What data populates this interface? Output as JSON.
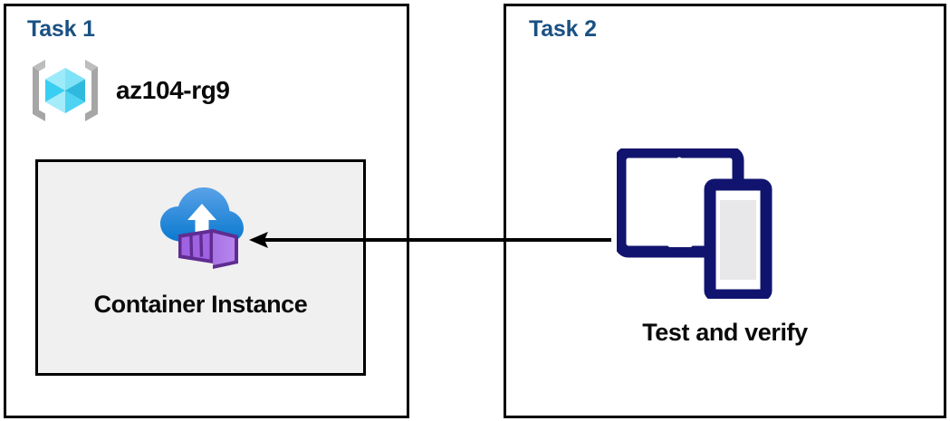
{
  "diagram": {
    "title": "Azure Container Instance task flow",
    "background": "#ffffff"
  },
  "colors": {
    "task_title": "#1a5183",
    "panel_border": "#000000",
    "card_fill": "#f0f0f0",
    "device_navy": "#11146e",
    "cube_cyan_light": "#9bebfb",
    "cube_cyan_mid": "#3fd2f5",
    "cube_cyan_dark": "#2aafd4",
    "bracket_gray": "#a6a6a6",
    "cloud_blue_light": "#4f9ae4",
    "cloud_blue_dark": "#0f7cd1",
    "container_purple_light": "#b07ae8",
    "container_purple_mid": "#9a5fd9",
    "container_purple_dark": "#5f2d91",
    "arrow": "#000000"
  },
  "task1": {
    "title": "Task 1",
    "resource_group": {
      "label": "az104-rg9",
      "icon": "azure-resource-group-icon"
    },
    "resource": {
      "label": "Container Instance",
      "icon": "azure-container-instance-icon"
    }
  },
  "task2": {
    "title": "Task 2",
    "action": {
      "label": "Test and verify",
      "icon": "tablet-and-phone-icon"
    }
  },
  "connector": {
    "name": "test-to-container-arrow",
    "direction": "right-to-left",
    "from": "Test and verify",
    "to": "Container Instance"
  }
}
